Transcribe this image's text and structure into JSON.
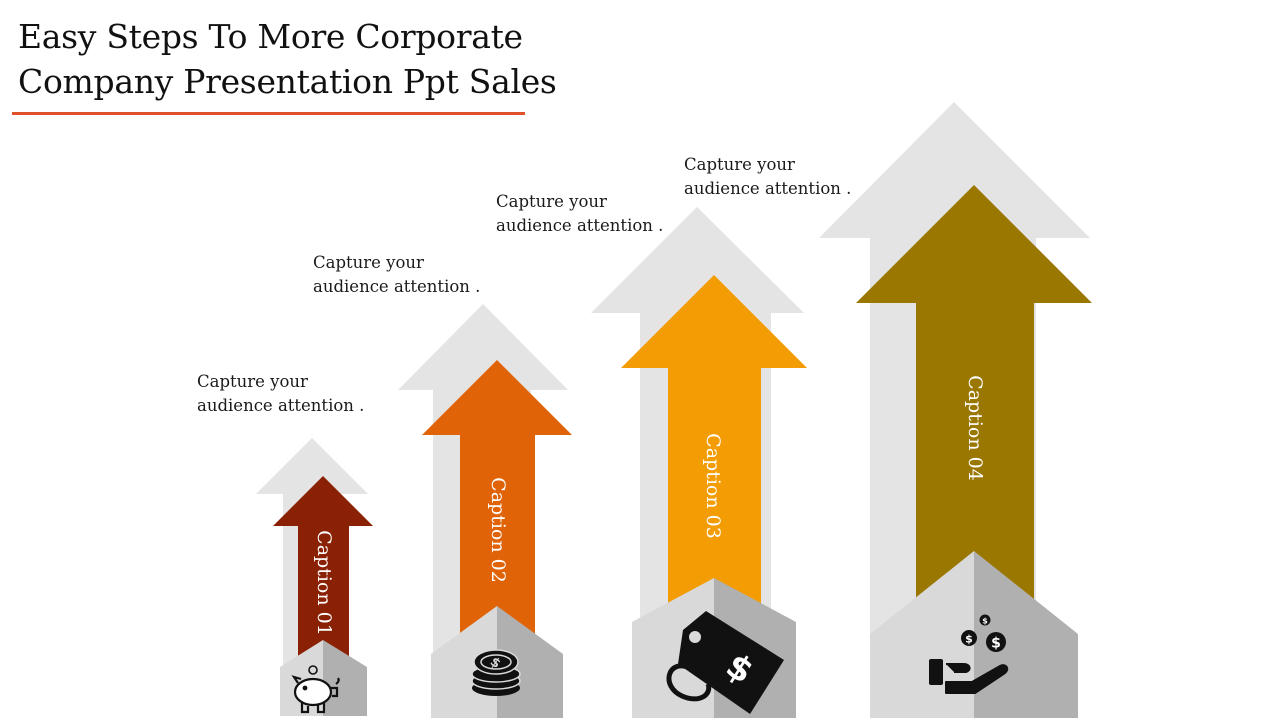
{
  "title": {
    "line1": "Easy Steps To More Corporate",
    "line2": "Company Presentation Ppt Sales"
  },
  "steps": [
    {
      "caption": "Caption 01",
      "note_line1": "Capture your",
      "note_line2": "audience attention .",
      "color": "#8B2104",
      "icon": "piggy-bank-icon"
    },
    {
      "caption": "Caption 02",
      "note_line1": "Capture your",
      "note_line2": "audience attention .",
      "color": "#E06307",
      "icon": "coin-stack-icon"
    },
    {
      "caption": "Caption 03",
      "note_line1": "Capture your",
      "note_line2": "audience attention .",
      "color": "#F39C04",
      "icon": "price-tag-icon"
    },
    {
      "caption": "Caption 04",
      "note_line1": "Capture your",
      "note_line2": "audience attention .",
      "color": "#9A7700",
      "icon": "hand-coins-icon"
    }
  ],
  "colors": {
    "accent": "#E0512A",
    "shadow_arrow": "#E3E3E3",
    "base_light": "#D8D8D8",
    "base_dark": "#B3B3B3"
  }
}
